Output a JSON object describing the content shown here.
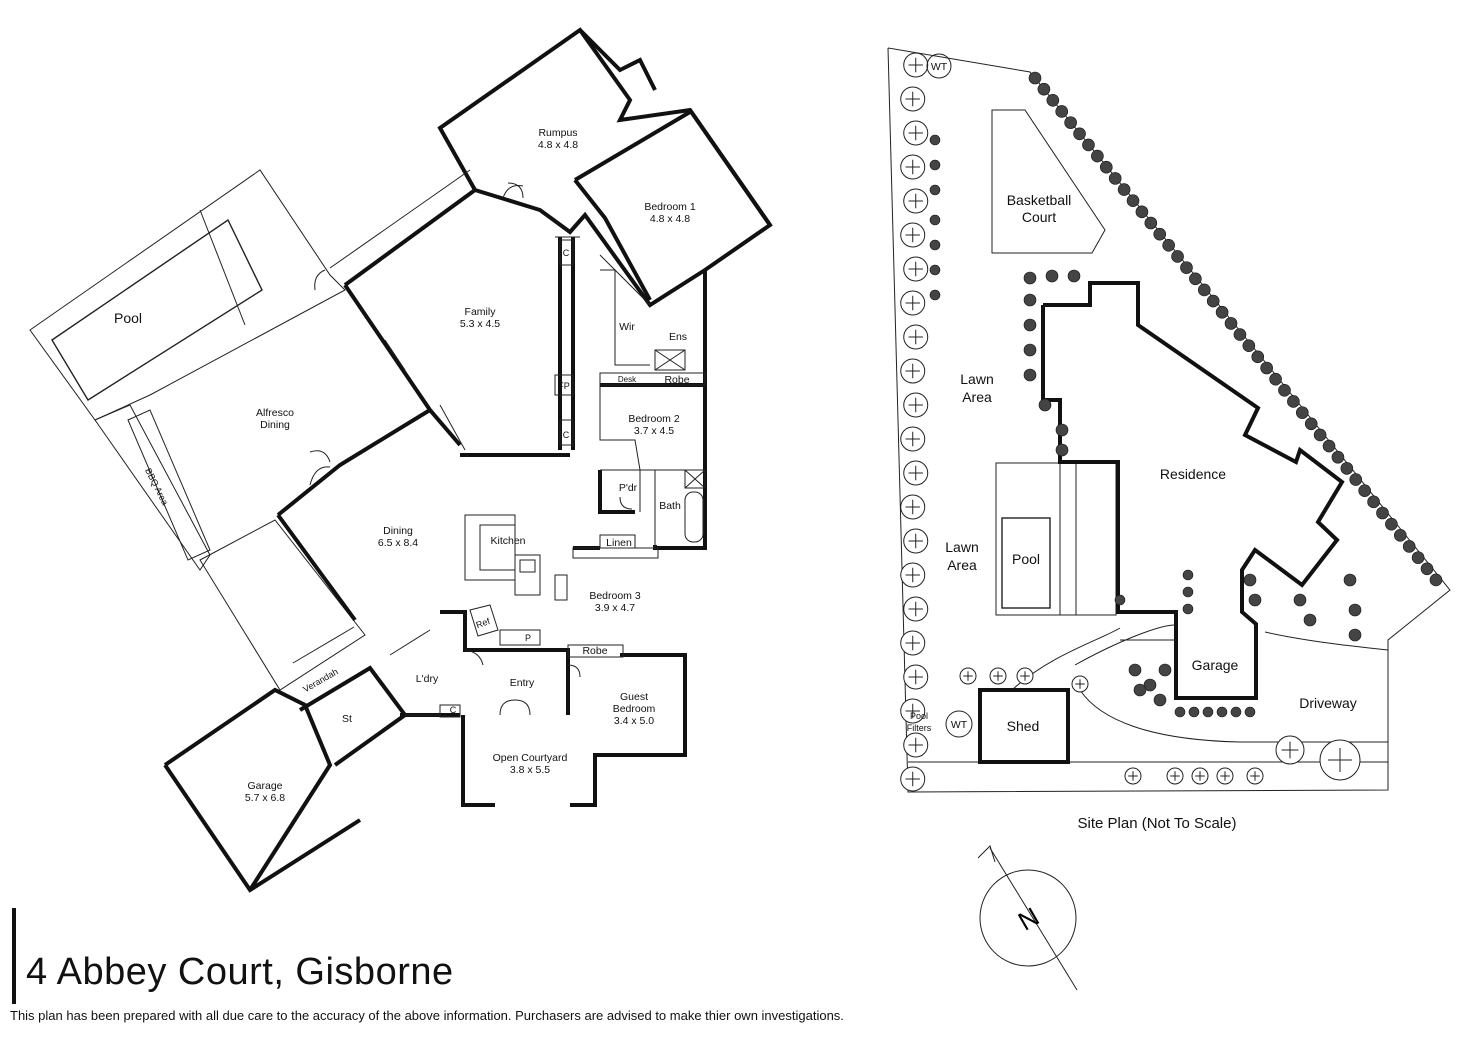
{
  "address": "4 Abbey Court, Gisborne",
  "disclaimer": "This plan has been prepared with all due care to the accuracy of the above information. Purchasers are advised to make thier own investigations.",
  "floor_plan": {
    "rumpus": {
      "name": "Rumpus",
      "size": "4.8 x 4.8"
    },
    "bedroom1": {
      "name": "Bedroom 1",
      "size": "4.8 x 4.8"
    },
    "pool": "Pool",
    "family": {
      "name": "Family",
      "size": "5.3 x 4.5"
    },
    "wir": "Wir",
    "ens": "Ens",
    "desk": "Desk",
    "robe": "Robe",
    "robe2": "Robe",
    "fp": "FP",
    "c1": "C",
    "c2": "C",
    "c3": "C",
    "alfresco": {
      "name": "Alfresco",
      "name2": "Dining"
    },
    "bedroom2": {
      "name": "Bedroom 2",
      "size": "3.7 x 4.5"
    },
    "bbq": "BBQ Area",
    "pdr": "P'dr",
    "bath": "Bath",
    "dining": {
      "name": "Dining",
      "size": "6.5 x 8.4"
    },
    "kitchen": "Kitchen",
    "linen": "Linen",
    "bedroom3": {
      "name": "Bedroom 3",
      "size": "3.9 x 4.7"
    },
    "ref": "Ref",
    "pantry": "P",
    "entry": "Entry",
    "ldry": "L'dry",
    "verandah": "Verandah",
    "st": "St",
    "guest": {
      "name": "Guest",
      "name2": "Bedroom",
      "size": "3.4 x 5.0"
    },
    "courtyard": {
      "name": "Open Courtyard",
      "size": "3.8 x 5.5"
    },
    "garage": {
      "name": "Garage",
      "size": "5.7 x 6.8"
    }
  },
  "site_plan": {
    "caption": "Site Plan (Not To Scale)",
    "wt1": "WT",
    "wt2": "WT",
    "basketball": {
      "line1": "Basketball",
      "line2": "Court"
    },
    "lawn1": {
      "line1": "Lawn",
      "line2": "Area"
    },
    "lawn2": {
      "line1": "Lawn",
      "line2": "Area"
    },
    "residence": "Residence",
    "pool": "Pool",
    "garage": "Garage",
    "driveway": "Driveway",
    "shed": "Shed",
    "pool_filters": {
      "line1": "Pool",
      "line2": "Filters"
    },
    "north": "N"
  }
}
